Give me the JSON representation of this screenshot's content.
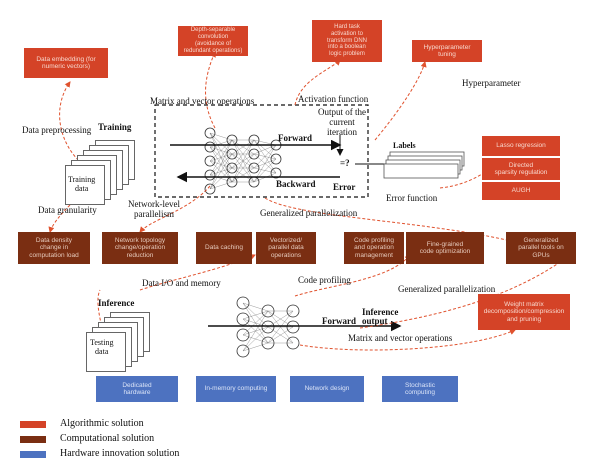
{
  "labels": {
    "data_preprocessing": "Data preprocessing",
    "training": "Training",
    "training_data": "Training\ndata",
    "data_granularity": "Data granularity",
    "matrix_vector_ops_top": "Matrix and vector operations",
    "activation_function": "Activation function",
    "output_current_iteration": "Output of the\ncurrent\niteration",
    "hyperparameter": "Hyperparameter",
    "forward_top": "Forward",
    "backward": "Backward",
    "labels": "Labels",
    "eq_q": "=?",
    "error": "Error",
    "error_function": "Error function",
    "network_level_parallelism": "Network-level\nparallelism",
    "generalized_parallelization_top": "Generalized parallelization",
    "data_io_memory": "Data I/O and memory",
    "code_profiling": "Code profiling",
    "generalized_parallelization_bottom": "Generalized parallelization",
    "inference": "Inference",
    "testing_data": "Testing\ndata",
    "forward_bottom": "Forward",
    "inference_output": "Inference\noutput",
    "matrix_vector_ops_bottom": "Matrix and vector operations"
  },
  "boxes": {
    "alg_data_embedding": "Data embedding (for\nnumeric vectors)",
    "alg_depth_separable": "Depth-separable\nconvolution\n(avoidance of\nredundant operations)",
    "alg_hard_task": "Hard task\nactivation to\ntransform DNN\ninto a boolean\nlogic problem",
    "alg_hyperparameter": "Hyperparameter\ntuning",
    "alg_lasso": "Lasso regression",
    "alg_directed_sparsity": "Directed\nsparsity regulation",
    "alg_augh": "AUGH",
    "alg_weight_matrix": "Weight matrix\ndecomposition/compression\nand pruning",
    "comp_data_density": "Data density\nchange in\ncomputation load",
    "comp_network_topology": "Network topology\nchange/operation\nreduction",
    "comp_data_caching": "Data caching",
    "comp_vectorized": "Vectorized/\nparallel data\noperations",
    "comp_code_profiling": "Code profiling\nand operation\nmanagement",
    "comp_fine_grained": "Fine-grained\ncode optimization",
    "comp_generalized_parallel": "Generalized\nparallel tools on\nGPUs",
    "hw_dedicated_hardware": "Dedicated\nhardware",
    "hw_in_memory": "In-memory computing",
    "hw_network_design": "Network design",
    "hw_stochastic": "Stochastic\ncomputing"
  },
  "legend": [
    {
      "label": "Algorithmic solution",
      "color": "#d44327"
    },
    {
      "label": "Computational solution",
      "color": "#7a2e12"
    },
    {
      "label": "Hardware innovation solution",
      "color": "#4d72c0"
    }
  ],
  "colors": {
    "dashed_arrow": "#e0522e",
    "algorithmic": "#d44327",
    "computational": "#7a2e12",
    "hardware": "#4d72c0"
  }
}
